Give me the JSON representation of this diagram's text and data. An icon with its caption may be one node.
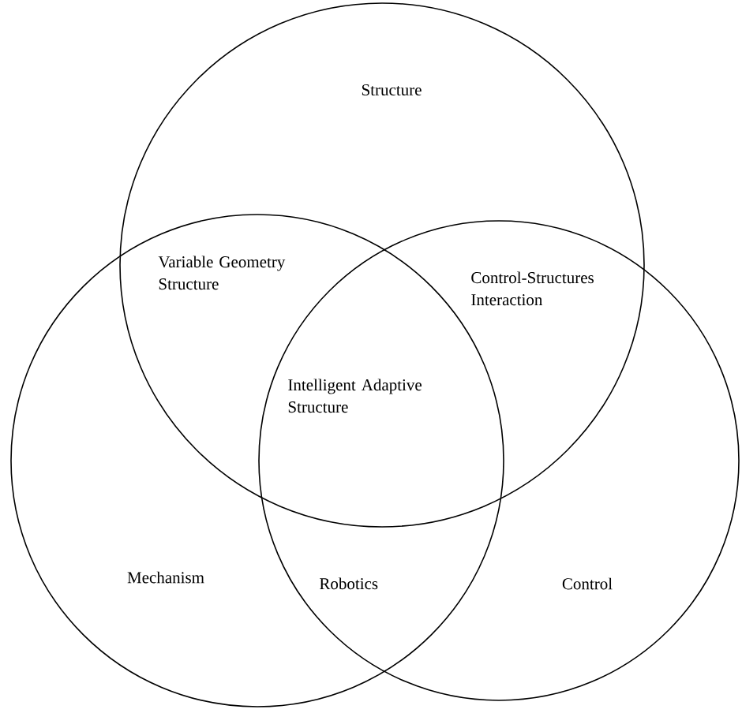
{
  "diagram": {
    "nodes": [
      {
        "text": [
          "Structure"
        ]
      },
      {
        "text": [
          "Mechanism"
        ]
      },
      {
        "text": [
          "Control"
        ]
      }
    ],
    "labels": [
      "Variable Geometry Structure",
      "Control-Structures Interaction",
      "Intelligent Adaptive Structure",
      "Robotics"
    ]
  }
}
